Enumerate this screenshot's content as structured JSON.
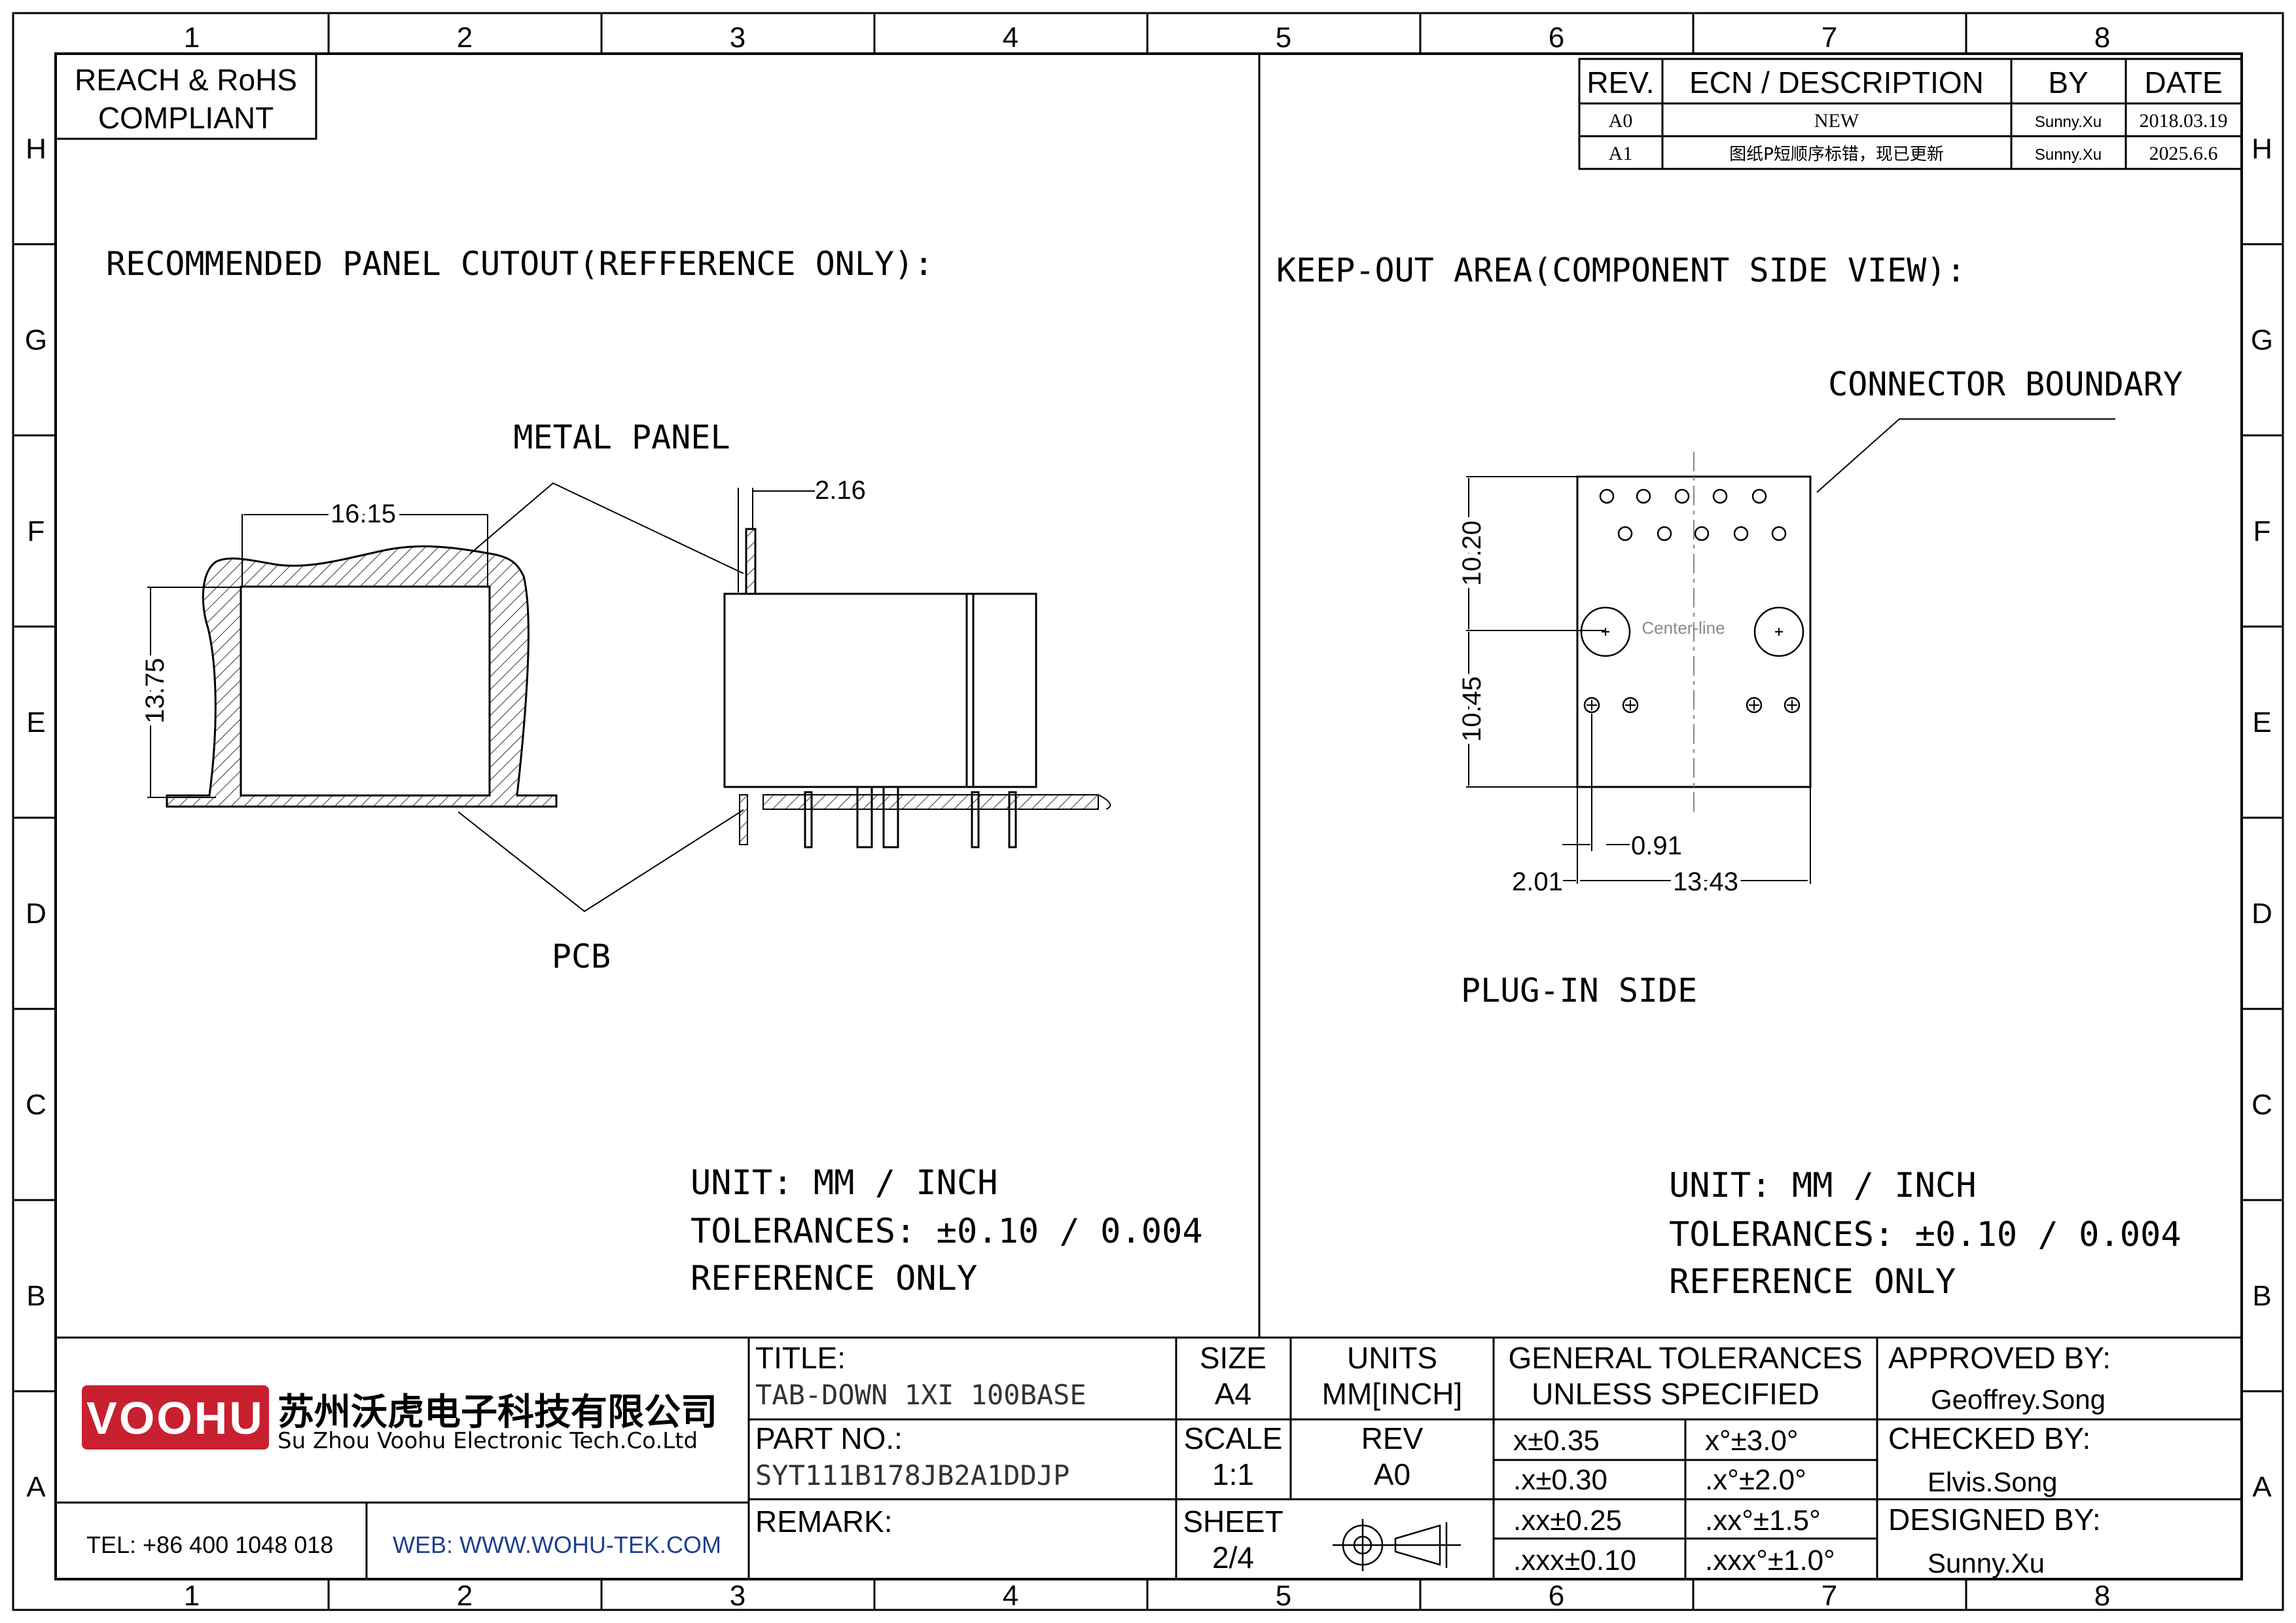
{
  "grid": {
    "columns": [
      "1",
      "2",
      "3",
      "4",
      "5",
      "6",
      "7",
      "8"
    ],
    "rows": [
      "H",
      "G",
      "F",
      "E",
      "D",
      "C",
      "B",
      "A"
    ]
  },
  "compliance": {
    "line1": "REACH & RoHS",
    "line2": "COMPLIANT"
  },
  "revision_table": {
    "headers": {
      "rev": "REV.",
      "ecn": "ECN / DESCRIPTION",
      "by": "BY",
      "date": "DATE"
    },
    "rows": [
      {
        "rev": "A0",
        "ecn": "NEW",
        "by": "Sunny.Xu",
        "date": "2018.03.19"
      },
      {
        "rev": "A1",
        "ecn": "图纸P短顺序标错，现已更新",
        "by": "Sunny.Xu",
        "date": "2025.6.6"
      }
    ]
  },
  "left_view": {
    "heading": "RECOMMENDED PANEL CUTOUT(REFFERENCE ONLY):",
    "metal_panel_label": "METAL PANEL",
    "pcb_label": "PCB",
    "dim_width": "16.15",
    "dim_height": "13.75",
    "dim_thickness": "2.16",
    "unit": "UNIT: MM / INCH",
    "tolerances": "TOLERANCES: ±0.10 / 0.004",
    "reference": "REFERENCE ONLY"
  },
  "right_view": {
    "heading": "KEEP-OUT AREA(COMPONENT SIDE VIEW):",
    "boundary_label": "CONNECTOR BOUNDARY",
    "centerline_label": "Center-line",
    "dim_upper": "10.20",
    "dim_lower": "10.45",
    "dim_small": "0.91",
    "dim_offset": "2.01",
    "dim_width": "13.43",
    "plug_side": "PLUG-IN SIDE",
    "unit": "UNIT: MM / INCH",
    "tolerances": "TOLERANCES: ±0.10 / 0.004",
    "reference": "REFERENCE ONLY"
  },
  "title_block": {
    "logo_text": "VOOHU",
    "company_cn": "苏州沃虎电子科技有限公司",
    "company_en": "Su Zhou Voohu Electronic Tech.Co.Ltd",
    "tel": "TEL: +86 400 1048 018",
    "web": "WEB: WWW.WOHU-TEK.COM",
    "title_label": "TITLE:",
    "title_value": "TAB-DOWN 1XI 100BASE",
    "part_label": "PART NO.:",
    "part_value": "SYT111B178JB2A1DDJP",
    "remark_label": "REMARK:",
    "size_label": "SIZE",
    "size_value": "A4",
    "units_label": "UNITS",
    "units_value": "MM[INCH]",
    "scale_label": "SCALE",
    "scale_value": "1:1",
    "rev_label": "REV",
    "rev_value": "A0",
    "sheet_label": "SHEET",
    "sheet_value": "2/4",
    "gen_tol_line1": "GENERAL TOLERANCES",
    "gen_tol_line2": "UNLESS SPECIFIED",
    "tolerances": [
      [
        "x±0.35",
        "x°±3.0°"
      ],
      [
        ".x±0.30",
        ".x°±2.0°"
      ],
      [
        ".xx±0.25",
        ".xx°±1.5°"
      ],
      [
        ".xxx±0.10",
        ".xxx°±1.0°"
      ]
    ],
    "approved_label": "APPROVED BY:",
    "approved_value": "Geoffrey.Song",
    "checked_label": "CHECKED BY:",
    "checked_value": "Elvis.Song",
    "designed_label": "DESIGNED BY:",
    "designed_value": "Sunny.Xu"
  },
  "colors": {
    "logo_red": "#c8202f",
    "web_blue": "#1f3f8f"
  }
}
